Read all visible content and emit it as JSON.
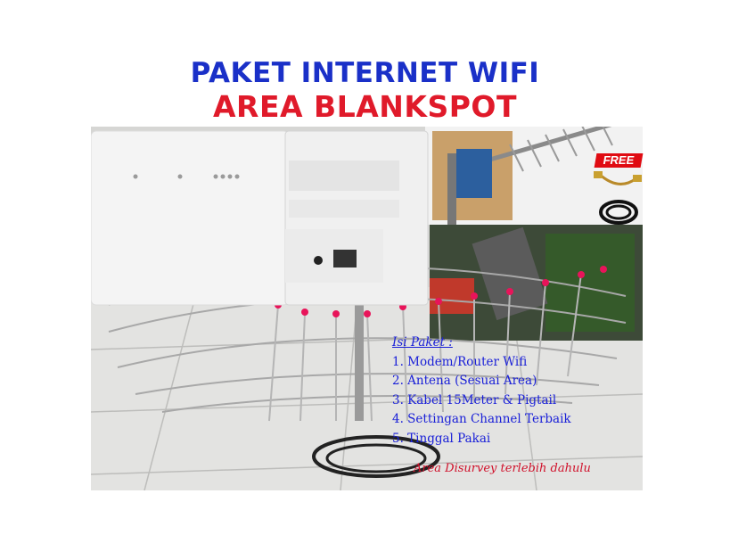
{
  "title": {
    "line1": "PAKET INTERNET WIFI",
    "line2": "AREA BLANKSPOT"
  },
  "badge": {
    "free_label": "FREE"
  },
  "package": {
    "heading": "Isi Paket :",
    "items": [
      "1. Modem/Router Wifi",
      "2. Antena (Sesuai Area)",
      "3. Kabel 15Meter & Pigtail",
      "4. Settingan Channel Terbaik",
      "5. Tinggal Pakai"
    ]
  },
  "note": "Area Disurvey terlebih dahulu",
  "colors": {
    "title_blue": "#1a30c8",
    "title_red": "#e01a2a",
    "list_blue": "#1a20d8",
    "note_red": "#d0102a"
  }
}
